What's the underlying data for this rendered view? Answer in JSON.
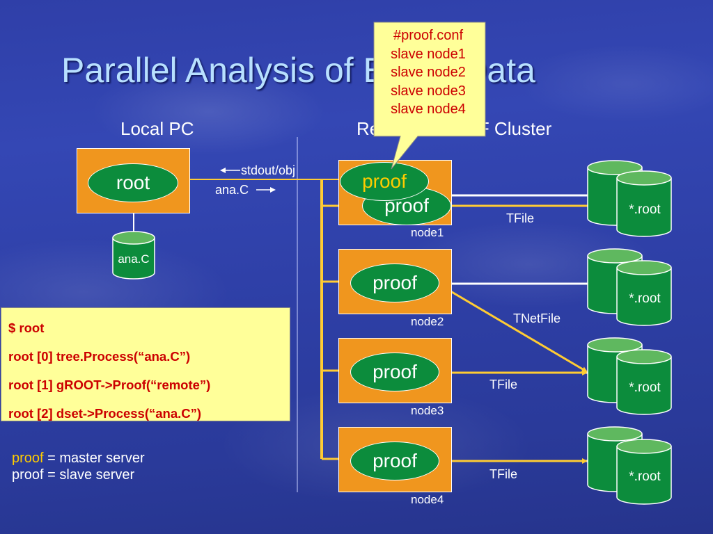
{
  "slide": {
    "title": "Parallel Analysis of Event Data",
    "local_heading": "Local PC",
    "remote_heading": "Remote PROOF Cluster"
  },
  "local": {
    "root_label": "root",
    "disk_label": "ana.C"
  },
  "links": {
    "stdout_label": "stdout/obj",
    "anac_label": "ana.C"
  },
  "callout": {
    "lines": [
      "#proof.conf",
      "slave node1",
      "slave node2",
      "slave node3",
      "slave node4"
    ]
  },
  "nodes": [
    {
      "name": "node1",
      "master_label": "proof",
      "slave_label": "proof"
    },
    {
      "name": "node2",
      "slave_label": "proof"
    },
    {
      "name": "node3",
      "slave_label": "proof"
    },
    {
      "name": "node4",
      "slave_label": "proof"
    }
  ],
  "files": {
    "label": "*.root",
    "link1": "TFile",
    "link2": "TNetFile",
    "link3": "TFile",
    "link4": "TFile"
  },
  "code": {
    "lines": [
      "$ root",
      "root [0] tree.Process(“ana.C”)",
      "root [1] gROOT->Proof(“remote”)",
      "root [2] dset->Process(“ana.C”)"
    ]
  },
  "legend": {
    "master_word": "proof",
    "master_rest": " = master server",
    "slave_line": "proof = slave server"
  },
  "colors": {
    "master_proof": "#ffcc00",
    "arrow": "#ffcc33",
    "box": "#f0961e",
    "green": "#0c8c3c",
    "code_text": "#cc0000",
    "code_bg": "#ffff99"
  }
}
